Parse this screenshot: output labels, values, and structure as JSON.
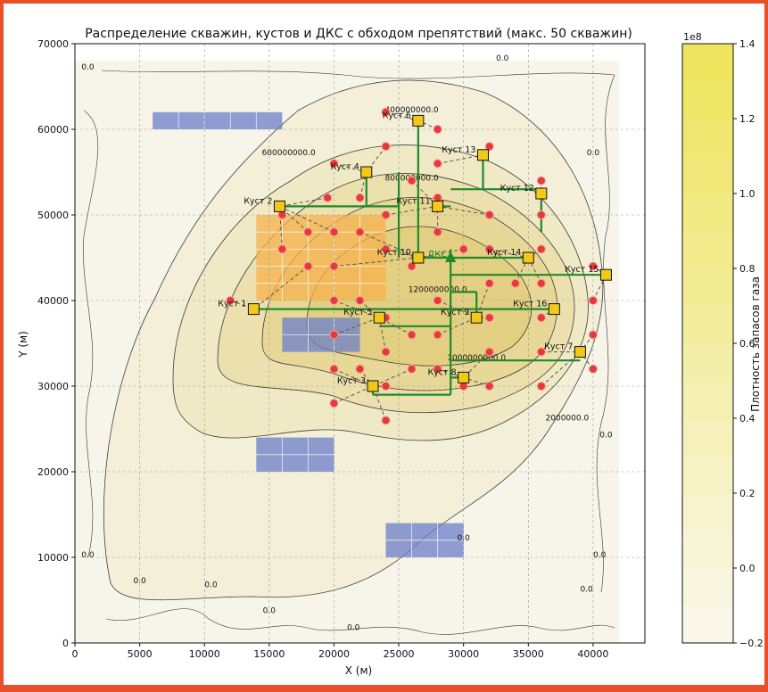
{
  "chart_data": {
    "type": "heatmap",
    "title": "Распределение скважин, кустов и ДКС с обходом препятствий (макс. 50 скважин)",
    "xlabel": "X (м)",
    "ylabel": "Y (м)",
    "xlim": [
      0,
      44000
    ],
    "ylim": [
      0,
      70000
    ],
    "x_ticks": [
      0,
      5000,
      10000,
      15000,
      20000,
      25000,
      30000,
      35000,
      40000
    ],
    "y_ticks": [
      0,
      10000,
      20000,
      30000,
      40000,
      50000,
      60000,
      70000
    ],
    "x_tick_labels": [
      "0",
      "5000",
      "10000",
      "15000",
      "20000",
      "25000",
      "30000",
      "35000",
      "40000"
    ],
    "y_tick_labels": [
      "0",
      "10000",
      "20000",
      "30000",
      "40000",
      "50000",
      "60000",
      "70000"
    ],
    "grid": true,
    "colorbar": {
      "label": "Плотность запасов газа",
      "offset_label": "1e8",
      "range": [
        -0.2,
        1.4
      ],
      "ticks": [
        -0.2,
        0.0,
        0.2,
        0.4,
        0.6,
        0.8,
        1.0,
        1.2,
        1.4
      ],
      "tick_labels": [
        "−0.2",
        "0.0",
        "0.2",
        "0.4",
        "0.6",
        "0.8",
        "1.0",
        "1.2",
        "1.4"
      ]
    },
    "contour_labels": [
      {
        "text": "0.0",
        "x": 1000,
        "y": 67000
      },
      {
        "text": "0.0",
        "x": 33000,
        "y": 68000
      },
      {
        "text": "0.0",
        "x": 40000,
        "y": 57000
      },
      {
        "text": "0.0",
        "x": 41000,
        "y": 24000
      },
      {
        "text": "0.0",
        "x": 30000,
        "y": 12000
      },
      {
        "text": "0.0",
        "x": 1000,
        "y": 10000
      },
      {
        "text": "0.0",
        "x": 5000,
        "y": 7000
      },
      {
        "text": "0.0",
        "x": 10500,
        "y": 6500
      },
      {
        "text": "0.0",
        "x": 15000,
        "y": 3500
      },
      {
        "text": "0.0",
        "x": 21500,
        "y": 1500
      },
      {
        "text": "0.0",
        "x": 39500,
        "y": 6000
      },
      {
        "text": "0.0",
        "x": 40500,
        "y": 10000
      },
      {
        "text": "400000000.0",
        "x": 26000,
        "y": 62000
      },
      {
        "text": "800000000.0",
        "x": 26000,
        "y": 54000
      },
      {
        "text": "600000000.0",
        "x": 16500,
        "y": 57000
      },
      {
        "text": "1200000000.0",
        "x": 28000,
        "y": 41000
      },
      {
        "text": "1000000000.0",
        "x": 31000,
        "y": 33000
      },
      {
        "text": "2000000.0",
        "x": 38000,
        "y": 26000
      }
    ],
    "obstacles": [
      {
        "x": [
          6000,
          16000
        ],
        "y": [
          60000,
          62000
        ],
        "cols": 5,
        "rows": 1,
        "color": "#6b7ec9"
      },
      {
        "x": [
          16000,
          22000
        ],
        "y": [
          34000,
          38000
        ],
        "cols": 3,
        "rows": 2,
        "color": "#6b7ec9"
      },
      {
        "x": [
          14000,
          20000
        ],
        "y": [
          20000,
          24000
        ],
        "cols": 3,
        "rows": 2,
        "color": "#6b7ec9"
      },
      {
        "x": [
          24000,
          30000
        ],
        "y": [
          10000,
          14000
        ],
        "cols": 3,
        "rows": 2,
        "color": "#6b7ec9"
      },
      {
        "x": [
          14000,
          24000
        ],
        "y": [
          40000,
          50000
        ],
        "cols": 5,
        "rows": 5,
        "color": "#f5b24d"
      }
    ],
    "dks": {
      "label": "ДКС",
      "x": 29000,
      "y": 45000,
      "color": "#1e8a2a"
    },
    "clusters": [
      {
        "label": "Куст 1",
        "x": 13800,
        "y": 39000
      },
      {
        "label": "Куст 2",
        "x": 15800,
        "y": 51000
      },
      {
        "label": "Куст 3",
        "x": 23000,
        "y": 30000
      },
      {
        "label": "Куст 4",
        "x": 22500,
        "y": 55000
      },
      {
        "label": "Куст 5",
        "x": 23500,
        "y": 38000
      },
      {
        "label": "Куст 6",
        "x": 26500,
        "y": 61000
      },
      {
        "label": "Куст 7",
        "x": 39000,
        "y": 34000
      },
      {
        "label": "Куст 8",
        "x": 30000,
        "y": 31000
      },
      {
        "label": "Куст 9",
        "x": 31000,
        "y": 38000
      },
      {
        "label": "Куст 10",
        "x": 26500,
        "y": 45000
      },
      {
        "label": "Куст 11",
        "x": 28000,
        "y": 51000
      },
      {
        "label": "Куст 12",
        "x": 36000,
        "y": 52500
      },
      {
        "label": "Куст 13",
        "x": 31500,
        "y": 57000
      },
      {
        "label": "Куст 14",
        "x": 35000,
        "y": 45000
      },
      {
        "label": "Куст 15",
        "x": 41000,
        "y": 43000
      },
      {
        "label": "Куст 16",
        "x": 37000,
        "y": 39000
      }
    ],
    "wells": [
      [
        12000,
        40000
      ],
      [
        16000,
        46000
      ],
      [
        18000,
        44000
      ],
      [
        16000,
        50000
      ],
      [
        18000,
        48000
      ],
      [
        19500,
        52000
      ],
      [
        20000,
        56000
      ],
      [
        20000,
        48000
      ],
      [
        20000,
        44000
      ],
      [
        20000,
        40000
      ],
      [
        20000,
        36000
      ],
      [
        20000,
        32000
      ],
      [
        20000,
        28000
      ],
      [
        22000,
        32000
      ],
      [
        22000,
        40000
      ],
      [
        22000,
        48000
      ],
      [
        22000,
        52000
      ],
      [
        24000,
        58000
      ],
      [
        24000,
        50000
      ],
      [
        24000,
        46000
      ],
      [
        24000,
        38000
      ],
      [
        24000,
        34000
      ],
      [
        24000,
        30000
      ],
      [
        24000,
        26000
      ],
      [
        24000,
        62000
      ],
      [
        26000,
        54000
      ],
      [
        26000,
        44000
      ],
      [
        26000,
        36000
      ],
      [
        26000,
        32000
      ],
      [
        28000,
        60000
      ],
      [
        28000,
        56000
      ],
      [
        28000,
        52000
      ],
      [
        28000,
        48000
      ],
      [
        28000,
        40000
      ],
      [
        28000,
        36000
      ],
      [
        28000,
        32000
      ],
      [
        30000,
        46000
      ],
      [
        30000,
        30000
      ],
      [
        32000,
        58000
      ],
      [
        32000,
        50000
      ],
      [
        32000,
        46000
      ],
      [
        32000,
        42000
      ],
      [
        32000,
        38000
      ],
      [
        32000,
        34000
      ],
      [
        32000,
        30000
      ],
      [
        34000,
        42000
      ],
      [
        36000,
        54000
      ],
      [
        36000,
        50000
      ],
      [
        36000,
        46000
      ],
      [
        36000,
        42000
      ],
      [
        36000,
        38000
      ],
      [
        36000,
        34000
      ],
      [
        36000,
        30000
      ],
      [
        40000,
        44000
      ],
      [
        40000,
        40000
      ],
      [
        40000,
        36000
      ],
      [
        40000,
        32000
      ]
    ],
    "pipelines": [
      [
        [
          13800,
          39000
        ],
        [
          29000,
          39000
        ]
      ],
      [
        [
          15800,
          51000
        ],
        [
          25000,
          51000
        ]
      ],
      [
        [
          25000,
          55000
        ],
        [
          25000,
          45000
        ]
      ],
      [
        [
          22500,
          55000
        ],
        [
          22500,
          51000
        ]
      ],
      [
        [
          26500,
          61000
        ],
        [
          26500,
          45000
        ]
      ],
      [
        [
          28000,
          51000
        ],
        [
          29000,
          51000
        ]
      ],
      [
        [
          31500,
          57000
        ],
        [
          31500,
          53000
        ]
      ],
      [
        [
          29000,
          53000
        ],
        [
          36000,
          53000
        ]
      ],
      [
        [
          36000,
          53000
        ],
        [
          36000,
          48000
        ]
      ],
      [
        [
          29000,
          46000
        ],
        [
          29000,
          29000
        ]
      ],
      [
        [
          26000,
          45000
        ],
        [
          35000,
          45000
        ]
      ],
      [
        [
          29000,
          43000
        ],
        [
          41000,
          43000
        ]
      ],
      [
        [
          29000,
          41000
        ],
        [
          31000,
          41000
        ]
      ],
      [
        [
          31000,
          41000
        ],
        [
          31000,
          38000
        ]
      ],
      [
        [
          29000,
          39000
        ],
        [
          37000,
          39000
        ]
      ],
      [
        [
          23500,
          37000
        ],
        [
          29000,
          37000
        ]
      ],
      [
        [
          29000,
          33000
        ],
        [
          39000,
          33000
        ]
      ],
      [
        [
          29000,
          31000
        ],
        [
          30000,
          31000
        ]
      ],
      [
        [
          23000,
          29000
        ],
        [
          29000,
          29000
        ]
      ],
      [
        [
          23000,
          30000
        ],
        [
          23000,
          29000
        ]
      ]
    ]
  }
}
